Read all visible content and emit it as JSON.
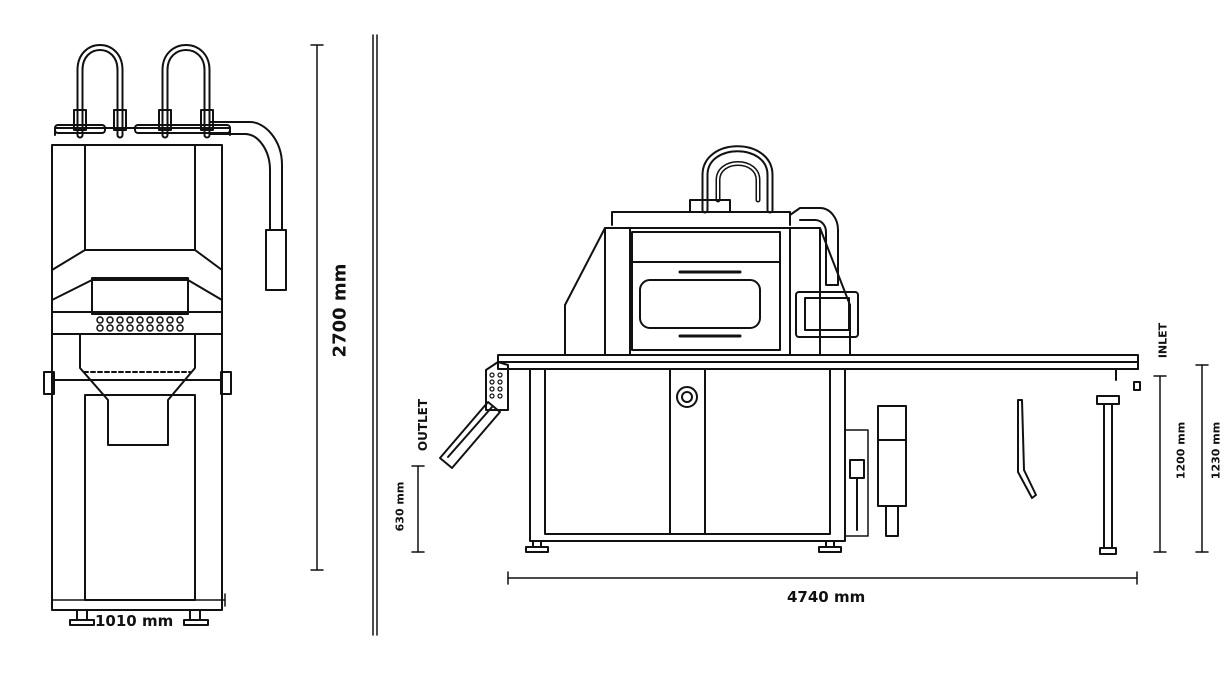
{
  "front_view": {
    "width_label": "1010 mm",
    "height_label": "2700 mm"
  },
  "side_view": {
    "length_label": "4740 mm",
    "outlet_label": "OUTLET",
    "outlet_height_label": "630 mm",
    "inlet_label": "INLET",
    "inlet_height_label": "1200 mm",
    "total_height_label": "1230 mm"
  },
  "colors": {
    "line": "#111111",
    "background": "#ffffff"
  }
}
